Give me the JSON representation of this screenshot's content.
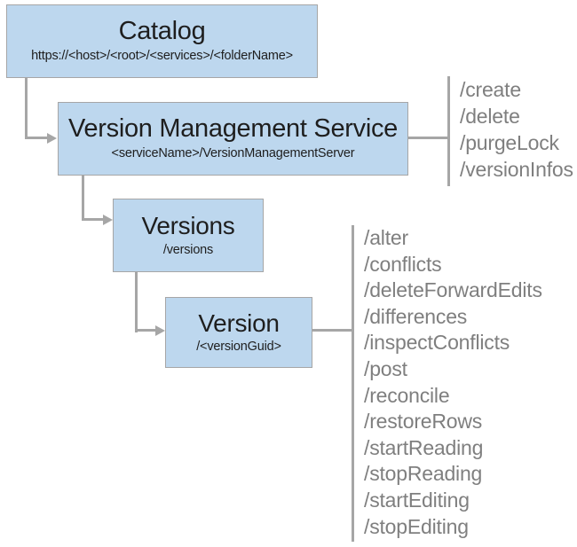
{
  "diagram": {
    "nodes": {
      "catalog": {
        "title": "Catalog",
        "subtitle": "https://<host>/<root>/<services>/<folderName>"
      },
      "version_management_service": {
        "title": "Version Management Service",
        "subtitle": "<serviceName>/VersionManagementServer"
      },
      "versions": {
        "title": "Versions",
        "subtitle": "/versions"
      },
      "version": {
        "title": "Version",
        "subtitle": "/<versionGuid>"
      }
    },
    "vms_operations": [
      "/create",
      "/delete",
      "/purgeLock",
      "/versionInfos"
    ],
    "version_operations": [
      "/alter",
      "/conflicts",
      "/deleteForwardEdits",
      "/differences",
      "/inspectConflicts",
      "/post",
      "/reconcile",
      "/restoreRows",
      "/startReading",
      "/stopReading",
      "/startEditing",
      "/stopEditing"
    ],
    "colors": {
      "node_fill": "#bdd7ee",
      "node_border": "#a6a6a6",
      "connector": "#a6a6a6",
      "operation_text": "#7f7f7f",
      "title_text": "#1e1e1e",
      "background": "#ffffff"
    }
  }
}
